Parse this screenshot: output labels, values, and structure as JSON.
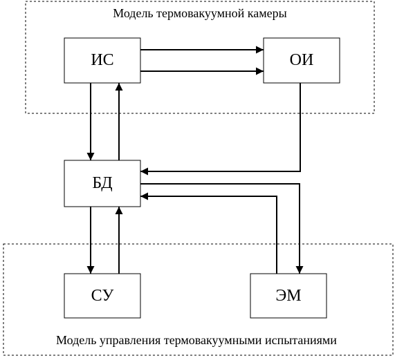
{
  "regions": {
    "thermovacuum_chamber_model": "Модель термовакуумной камеры",
    "test_control_model": "Модель управления термовакуумными испытаниями"
  },
  "blocks": {
    "is": "ИС",
    "oi": "ОИ",
    "bd": "БД",
    "su": "СУ",
    "em": "ЭМ"
  },
  "colors": {
    "line": "#000000",
    "background": "#ffffff"
  }
}
